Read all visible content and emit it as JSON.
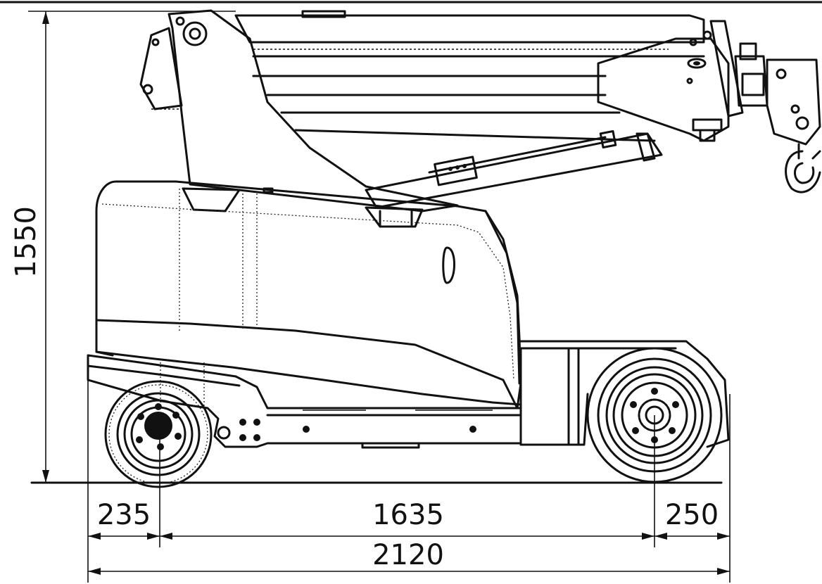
{
  "dimensions": {
    "height": "1550",
    "front_overhang": "235",
    "wheelbase": "1635",
    "rear_overhang": "250",
    "overall_length": "2120"
  }
}
